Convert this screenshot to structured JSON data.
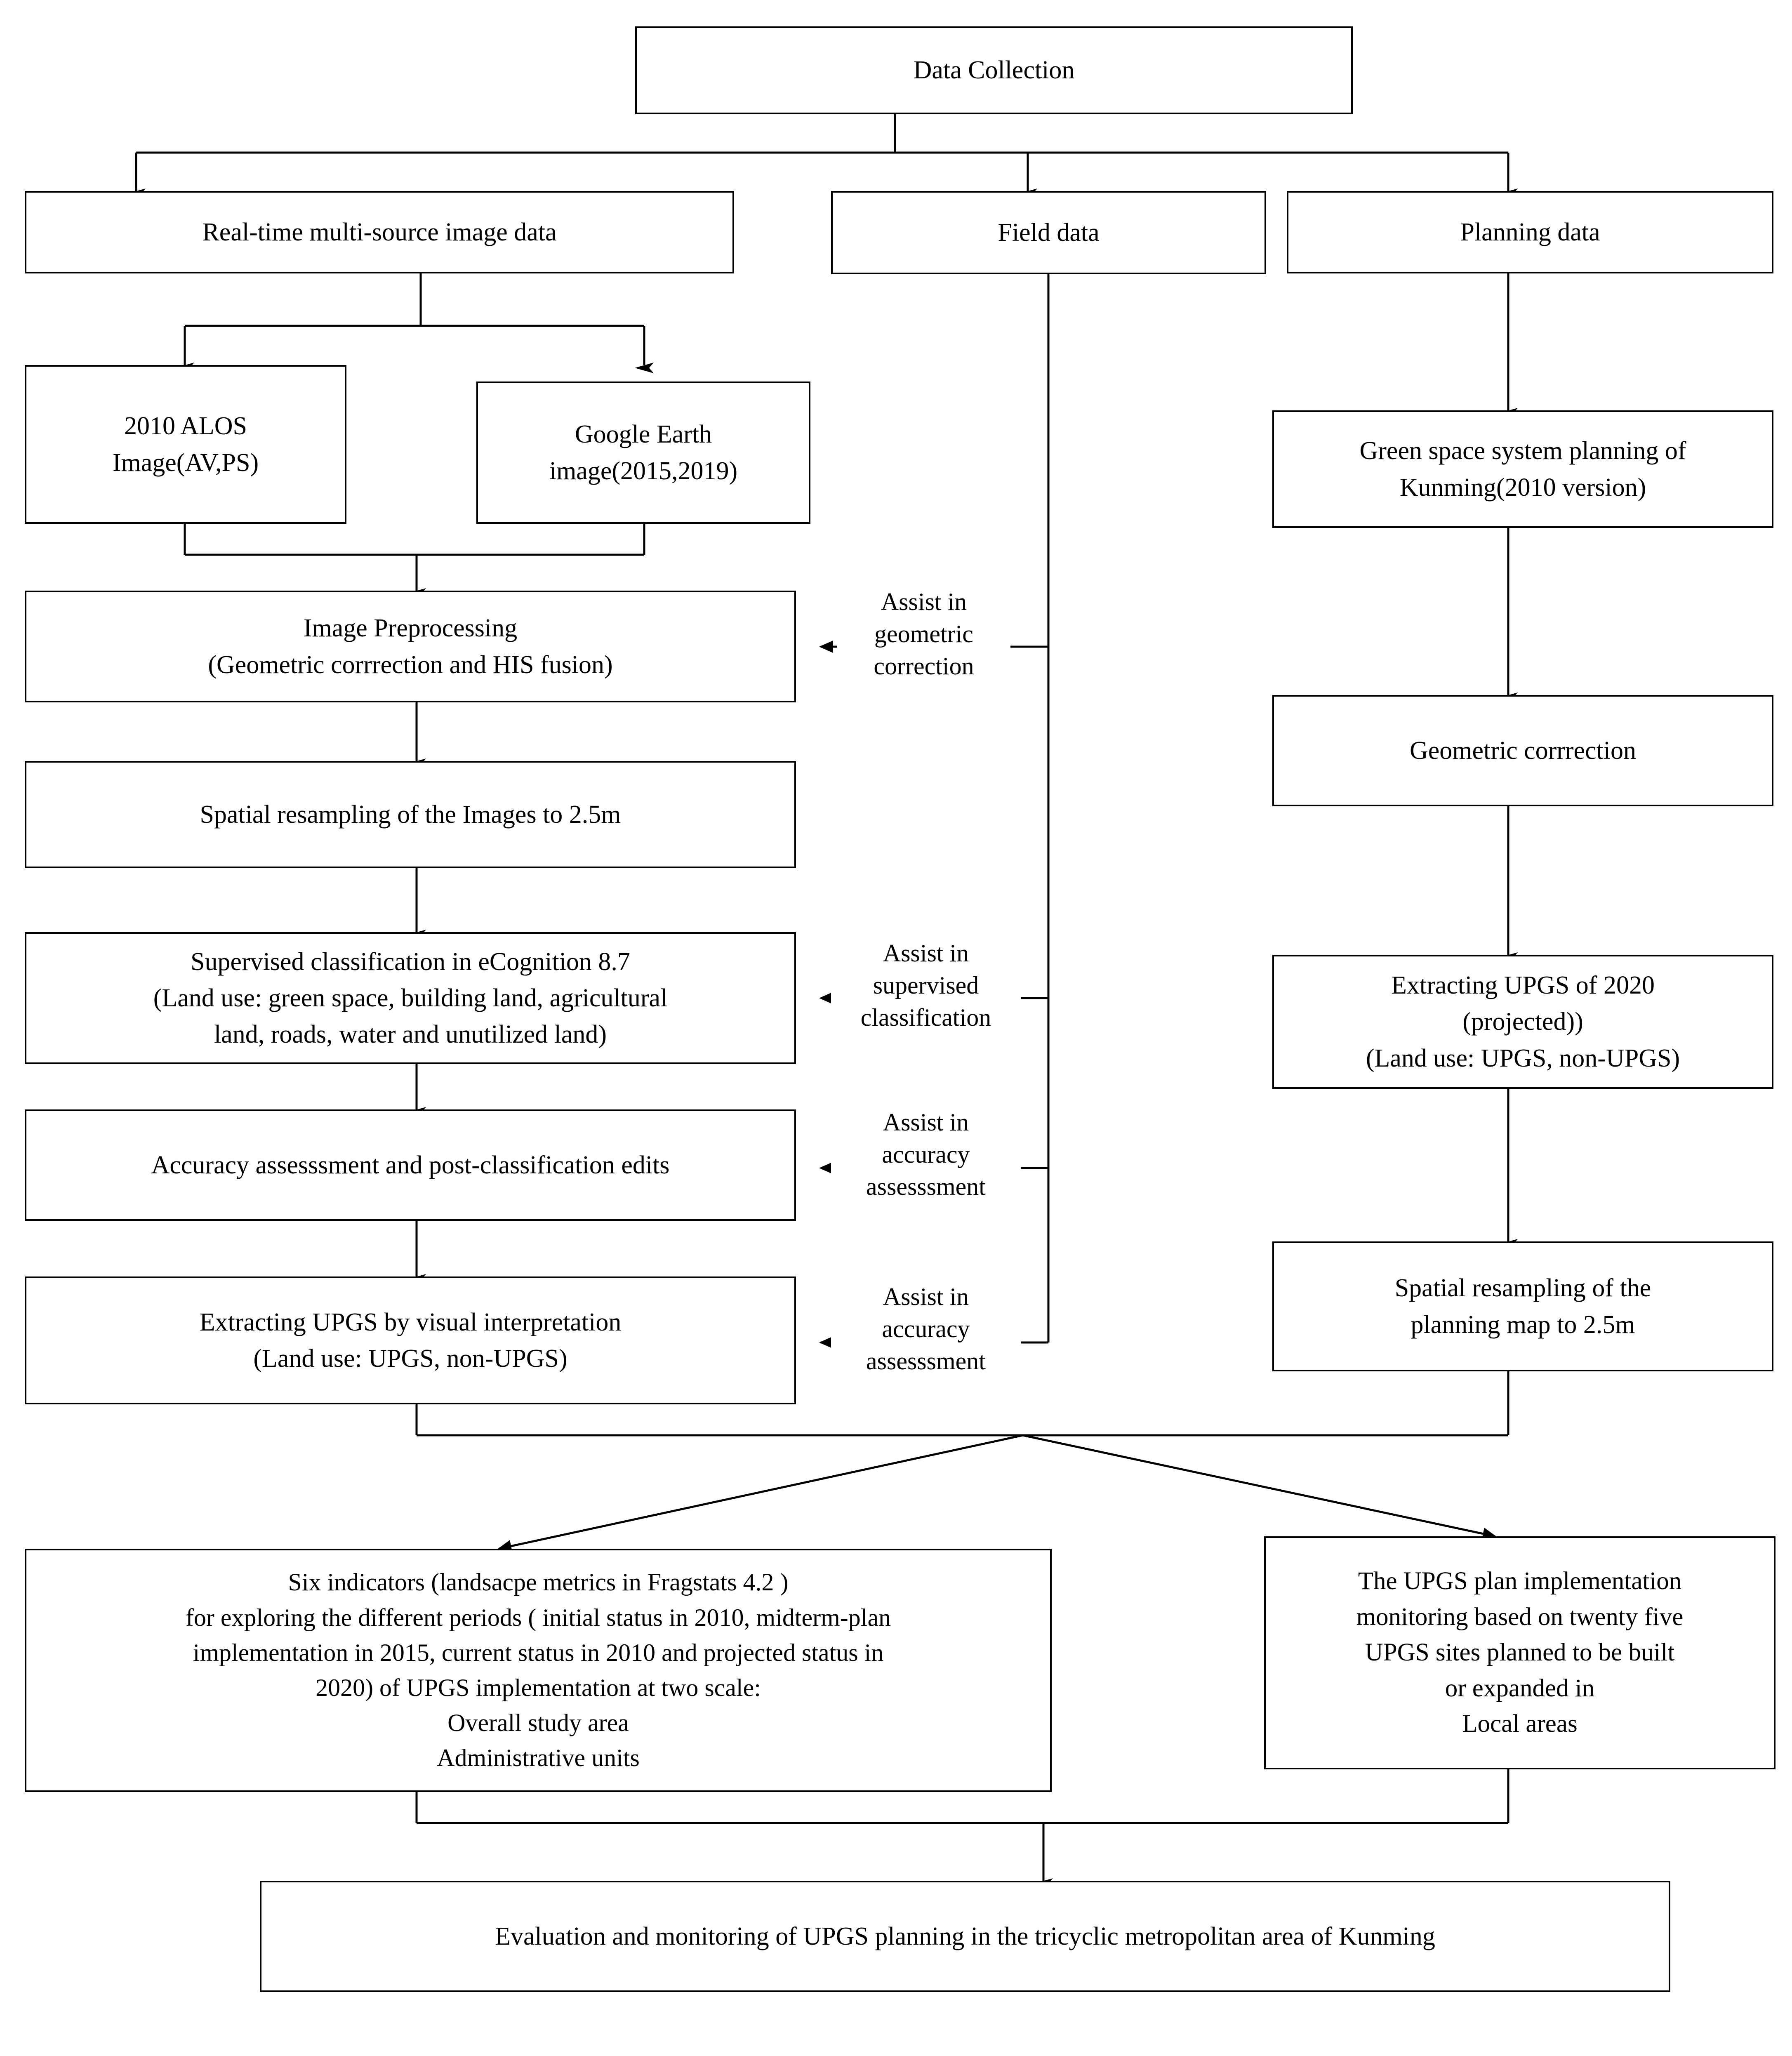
{
  "diagram": {
    "title": "UPGS planning evaluation and monitoring workflow",
    "stroke_color": "#000000",
    "background_color": "#ffffff"
  },
  "nodes": {
    "data_collection": "Data Collection",
    "realtime_image": "Real-time multi-source image data",
    "field_data": "Field data",
    "planning_data": "Planning data",
    "alos_image": "2010 ALOS\nImage(AV,PS)",
    "google_earth": "Google Earth\nimage(2015,2019)",
    "green_space_planning": "Green space system planning of\nKunming(2010 version)",
    "image_preprocessing": "Image Preprocessing\n(Geometric corrrection and HIS fusion)",
    "geometric_correction": "Geometric corrrection",
    "spatial_resampling_images": "Spatial resampling of the Images to 2.5m",
    "supervised_classification": "Supervised classification in eCognition 8.7\n(Land use: green space, building land, agricultural\nland, roads, water and unutilized land)",
    "extracting_upgs_2020": "Extracting UPGS of  2020\n(projected))\n(Land use: UPGS, non-UPGS)",
    "accuracy_assessment": "Accuracy assesssment and post-classification edits",
    "extracting_upgs_visual": "Extracting UPGS by visual interpretation\n(Land use: UPGS, non-UPGS)",
    "spatial_resampling_plan": "Spatial resampling of the\nplanning map to 2.5m",
    "six_indicators": "Six indicators (landsacpe metrics in Fragstats 4.2 )\nfor exploring the different periods ( initial status in 2010, midterm-plan\nimplementation in 2015, current status in 2010 and projected status in\n2020) of  UPGS implementation  at two scale:\nOverall study area\nAdministrative units",
    "upgs_monitoring": "The UPGS plan implementation\nmonitoring based on twenty five\nUPGS sites planned to be built\nor expanded in\nLocal areas",
    "final_output": "Evaluation and monitoring of UPGS planning in the tricyclic metropolitan area of Kunming"
  },
  "edge_labels": {
    "assist_geometric": "Assist in\ngeometric\ncorrection",
    "assist_supervised": "Assist in\nsupervised\nclassification",
    "assist_accuracy_1": "Assist in\naccuracy\nassesssment",
    "assist_accuracy_2": "Assist in\naccuracy\nassesssment"
  }
}
